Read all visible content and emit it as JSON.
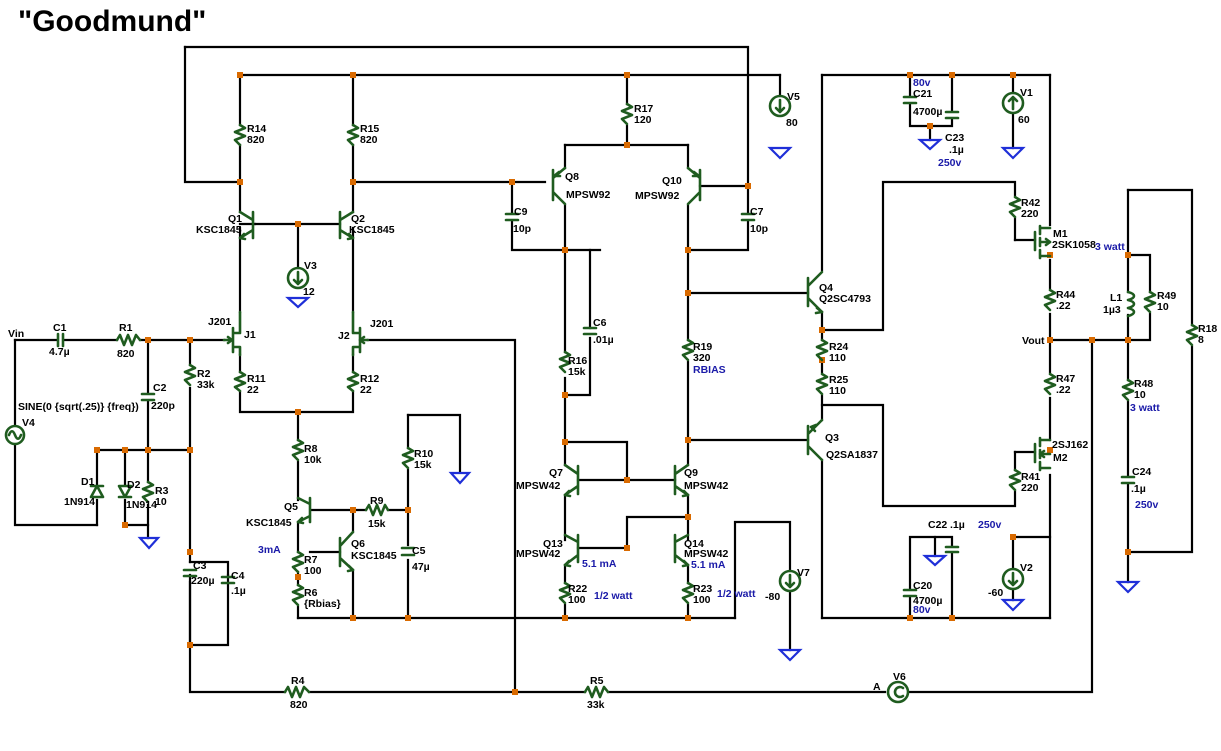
{
  "title": "\"Goodmund\"",
  "colors": {
    "wire": "#000000",
    "component": "#1f5c1f",
    "junction": "#d96a00",
    "ground": "#1f2fd8",
    "note": "#1a1aa8"
  },
  "resistors": [
    {
      "id": "R14",
      "name": "R14",
      "value": "820"
    },
    {
      "id": "R15",
      "name": "R15",
      "value": "820"
    },
    {
      "id": "R17",
      "name": "R17",
      "value": "120"
    },
    {
      "id": "R1",
      "name": "R1",
      "value": "820"
    },
    {
      "id": "R2",
      "name": "R2",
      "value": "33k"
    },
    {
      "id": "R3",
      "name": "R3",
      "value": "10"
    },
    {
      "id": "R11",
      "name": "R11",
      "value": "22"
    },
    {
      "id": "R12",
      "name": "R12",
      "value": "22"
    },
    {
      "id": "R8",
      "name": "R8",
      "value": "10k"
    },
    {
      "id": "R10",
      "name": "R10",
      "value": "15k"
    },
    {
      "id": "R9",
      "name": "R9",
      "value": "15k"
    },
    {
      "id": "R7",
      "name": "R7",
      "value": "100"
    },
    {
      "id": "R6",
      "name": "R6",
      "value": "{Rbias}"
    },
    {
      "id": "R16",
      "name": "R16",
      "value": "15k"
    },
    {
      "id": "R19",
      "name": "R19",
      "value": "320"
    },
    {
      "id": "R22",
      "name": "R22",
      "value": "100"
    },
    {
      "id": "R23",
      "name": "R23",
      "value": "100"
    },
    {
      "id": "R24",
      "name": "R24",
      "value": "110"
    },
    {
      "id": "R25",
      "name": "R25",
      "value": "110"
    },
    {
      "id": "R42",
      "name": "R42",
      "value": "220"
    },
    {
      "id": "R44",
      "name": "R44",
      "value": ".22"
    },
    {
      "id": "R47",
      "name": "R47",
      "value": ".22"
    },
    {
      "id": "R41",
      "name": "R41",
      "value": "220"
    },
    {
      "id": "R49",
      "name": "R49",
      "value": "10"
    },
    {
      "id": "R48",
      "name": "R48",
      "value": "10"
    },
    {
      "id": "R18",
      "name": "R18",
      "value": "8"
    },
    {
      "id": "R4",
      "name": "R4",
      "value": "820"
    },
    {
      "id": "R5",
      "name": "R5",
      "value": "33k"
    }
  ],
  "capacitors": [
    {
      "id": "C1",
      "name": "C1",
      "value": "4.7µ"
    },
    {
      "id": "C2",
      "name": "C2",
      "value": "220p"
    },
    {
      "id": "C3",
      "name": "C3",
      "value": "220µ"
    },
    {
      "id": "C4",
      "name": "C4",
      "value": ".1µ"
    },
    {
      "id": "C5",
      "name": "C5",
      "value": "47µ"
    },
    {
      "id": "C6",
      "name": "C6",
      "value": ".01µ"
    },
    {
      "id": "C9",
      "name": "C9",
      "value": "10p"
    },
    {
      "id": "C7",
      "name": "C7",
      "value": "10p"
    },
    {
      "id": "C21",
      "name": "C21",
      "value": "4700µ"
    },
    {
      "id": "C23",
      "name": "C23",
      "value": ".1µ"
    },
    {
      "id": "C22",
      "name": "C22",
      "value": ".1µ"
    },
    {
      "id": "C20",
      "name": "C20",
      "value": "4700µ"
    },
    {
      "id": "C24",
      "name": "C24",
      "value": ".1µ"
    }
  ],
  "transistors": [
    {
      "id": "Q1",
      "name": "Q1",
      "part": "KSC1845"
    },
    {
      "id": "Q2",
      "name": "Q2",
      "part": "KSC1845"
    },
    {
      "id": "Q8",
      "name": "Q8",
      "part": "MPSW92"
    },
    {
      "id": "Q10",
      "name": "Q10",
      "part": "MPSW92"
    },
    {
      "id": "Q5",
      "name": "Q5",
      "part": "KSC1845"
    },
    {
      "id": "Q6",
      "name": "Q6",
      "part": "KSC1845"
    },
    {
      "id": "Q7",
      "name": "Q7",
      "part": "MPSW42"
    },
    {
      "id": "Q9",
      "name": "Q9",
      "part": "MPSW42"
    },
    {
      "id": "Q13",
      "name": "Q13",
      "part": "MPSW42"
    },
    {
      "id": "Q14",
      "name": "Q14",
      "part": "MPSW42"
    },
    {
      "id": "Q4",
      "name": "Q4",
      "part": "Q2SC4793"
    },
    {
      "id": "Q3",
      "name": "Q3",
      "part": "Q2SA1837"
    }
  ],
  "jfets": [
    {
      "id": "J1",
      "name": "J1",
      "part": "J201"
    },
    {
      "id": "J2",
      "name": "J2",
      "part": "J201"
    }
  ],
  "mosfets": [
    {
      "id": "M1",
      "name": "M1",
      "part": "2SK1058"
    },
    {
      "id": "M2",
      "name": "M2",
      "part": "2SJ162"
    }
  ],
  "diodes": [
    {
      "id": "D1",
      "name": "D1",
      "part": "1N914"
    },
    {
      "id": "D2",
      "name": "D2",
      "part": "1N914"
    }
  ],
  "inductors": [
    {
      "id": "L1",
      "name": "L1",
      "value": "1µ3"
    }
  ],
  "sources": [
    {
      "id": "V1",
      "name": "V1",
      "value": "60"
    },
    {
      "id": "V2",
      "name": "V2",
      "value": "-60"
    },
    {
      "id": "V3",
      "name": "V3",
      "value": "12"
    },
    {
      "id": "V4",
      "name": "V4",
      "value": "SINE(0 {sqrt(.25)} {freq})"
    },
    {
      "id": "V5",
      "name": "V5",
      "value": "80"
    },
    {
      "id": "V6",
      "name": "V6",
      "value": "A"
    },
    {
      "id": "V7",
      "name": "V7",
      "value": "-80"
    }
  ],
  "net_labels": {
    "vin": "Vin",
    "vout": "Vout"
  },
  "notes": [
    {
      "id": "n80v_top",
      "text": "80v"
    },
    {
      "id": "n250v_top",
      "text": "250v"
    },
    {
      "id": "n3watt_m1",
      "text": "3 watt"
    },
    {
      "id": "n3watt_r48",
      "text": "3 watt"
    },
    {
      "id": "n250v_c24",
      "text": "250v"
    },
    {
      "id": "n250v_c22",
      "text": "250v"
    },
    {
      "id": "n80v_bot",
      "text": "80v"
    },
    {
      "id": "n3ma",
      "text": "3mA"
    },
    {
      "id": "n51ma_l",
      "text": "5.1 mA"
    },
    {
      "id": "n51ma_r",
      "text": "5.1 mA"
    },
    {
      "id": "nhalf_l",
      "text": "1/2 watt"
    },
    {
      "id": "nhalf_r",
      "text": "1/2 watt"
    },
    {
      "id": "nrbias",
      "text": "RBIAS"
    }
  ]
}
